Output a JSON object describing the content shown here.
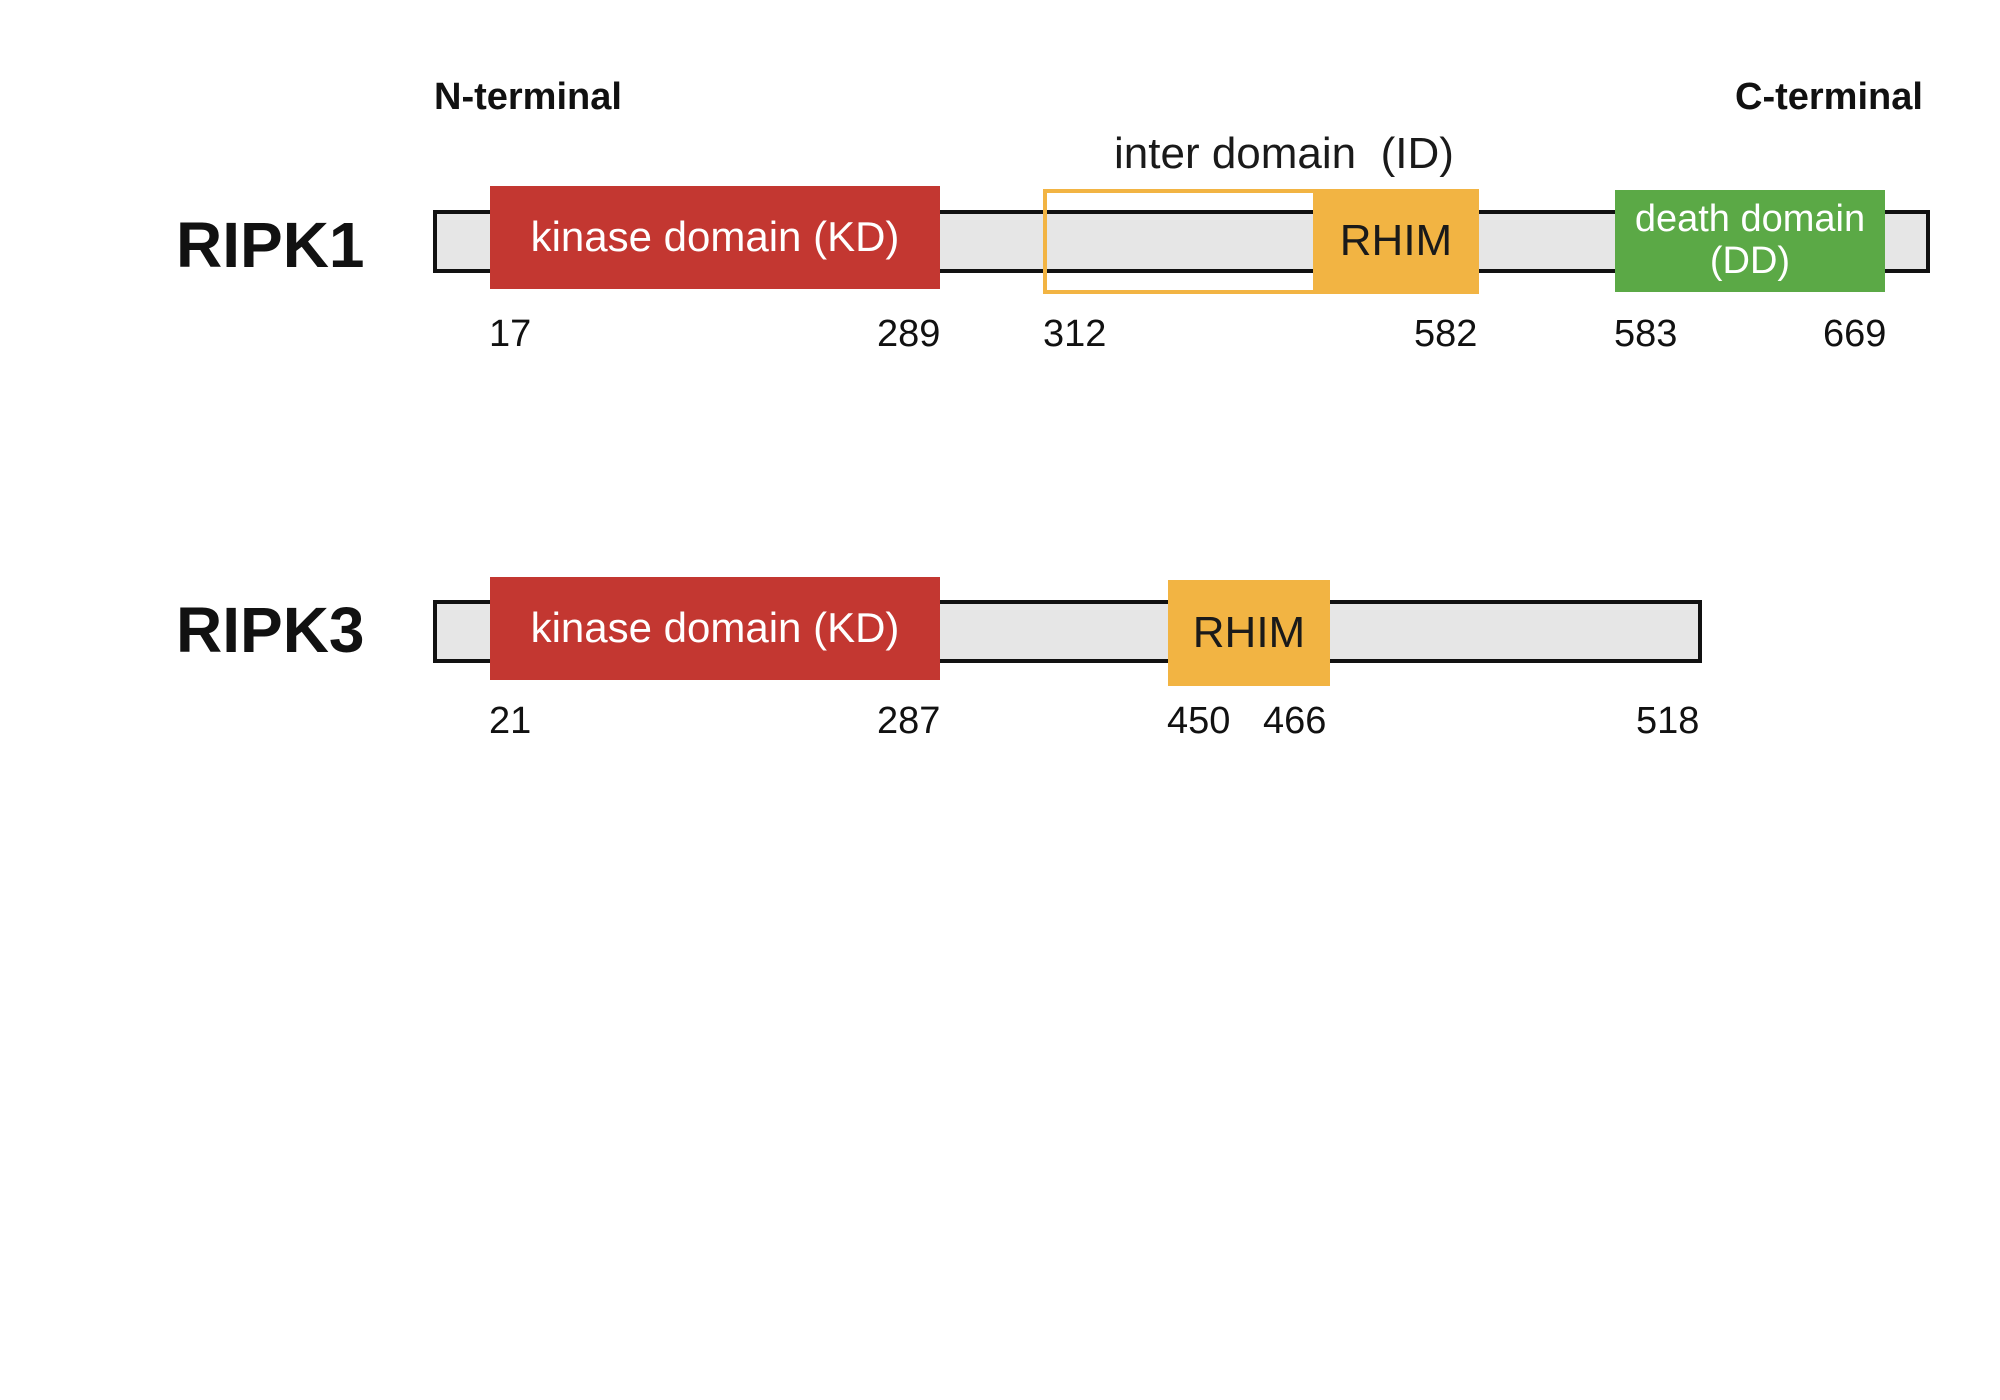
{
  "terminals": {
    "n": "N-terminal",
    "c": "C-terminal"
  },
  "ripk1": {
    "name": "RIPK1",
    "id_label": "inter domain  (ID)",
    "kd_label": "kinase domain (KD)",
    "rhim_label": "RHIM",
    "dd_label_line1": "death domain",
    "dd_label_line2": "(DD)",
    "residues": {
      "kd_start": "17",
      "kd_end": "289",
      "id_start": "312",
      "rhim_end": "582",
      "dd_start": "583",
      "dd_end": "669"
    }
  },
  "ripk3": {
    "name": "RIPK3",
    "kd_label": "kinase domain (KD)",
    "rhim_label": "RHIM",
    "residues": {
      "kd_start": "21",
      "kd_end": "287",
      "rhim_start": "450",
      "rhim_end": "466",
      "protein_end": "518"
    }
  },
  "colors": {
    "kinase_domain": "#c33731",
    "rhim": "#f2b443",
    "death_domain": "#5ba946",
    "backbone": "#e6e6e6"
  }
}
